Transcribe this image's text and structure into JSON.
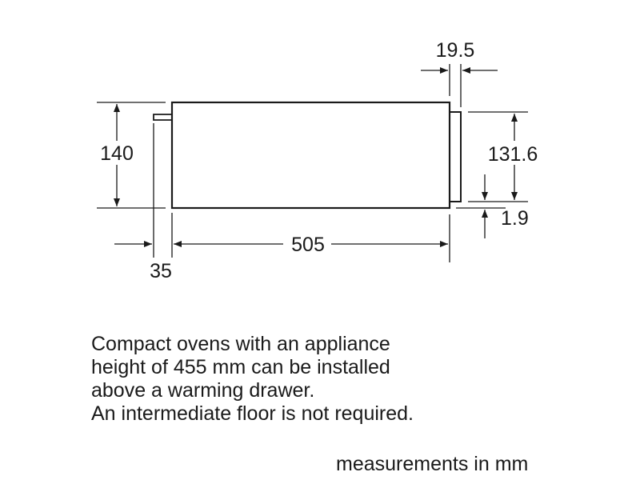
{
  "dimensions": {
    "height": "140",
    "front_offset": "35",
    "depth": "505",
    "panel_thickness": "19.5",
    "inner_height": "131.6",
    "bottom_gap": "1.9"
  },
  "note": {
    "lines": [
      "Compact ovens with an appliance",
      "height of 455 mm can be installed",
      "above a warming drawer.",
      "An intermediate floor is not required."
    ]
  },
  "units_label": "measurements in mm",
  "colors": {
    "ink": "#1a1a1a",
    "background": "#ffffff"
  }
}
